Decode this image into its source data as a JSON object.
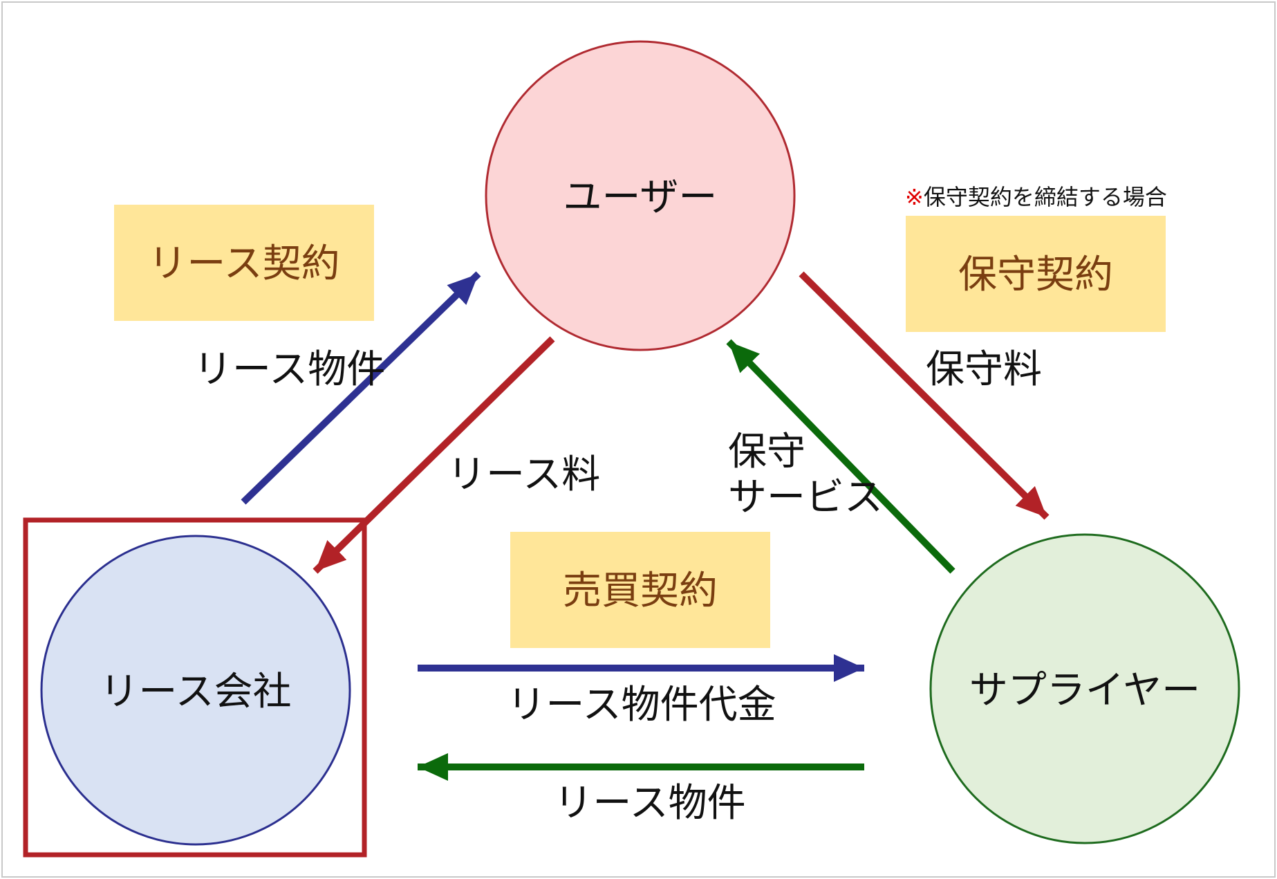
{
  "nodes": {
    "user": {
      "label": "ユーザー"
    },
    "lease_company": {
      "label": "リース会社"
    },
    "supplier": {
      "label": "サプライヤー"
    }
  },
  "contracts": {
    "lease": {
      "label": "リース契約"
    },
    "maintenance": {
      "label": "保守契約"
    },
    "sale": {
      "label": "売買契約"
    }
  },
  "note": {
    "mark": "※",
    "text": "保守契約を締結する場合"
  },
  "flows": {
    "lease_item_to_user": {
      "label": "リース物件"
    },
    "lease_fee_to_company": {
      "label": "リース料"
    },
    "maintenance_fee_to_supplier": {
      "label": "保守料"
    },
    "maintenance_service_to_user": {
      "line1": "保守",
      "line2": "サービス"
    },
    "item_payment_to_supplier": {
      "label": "リース物件代金"
    },
    "lease_item_to_company": {
      "label": "リース物件"
    }
  },
  "colors": {
    "user_fill": "#FCD5D6",
    "user_stroke": "#B02A31",
    "company_fill": "#D9E2F3",
    "company_stroke": "#2B2F8F",
    "supplier_fill": "#E2EFDA",
    "supplier_stroke": "#1E6B1E",
    "contract_box": "#FFE699",
    "contract_text": "#7A3E10",
    "arrow_blue": "#2E3192",
    "arrow_red": "#B22227",
    "arrow_green": "#0B6A0B",
    "highlight_frame": "#B22227",
    "note_mark": "#E00000"
  }
}
